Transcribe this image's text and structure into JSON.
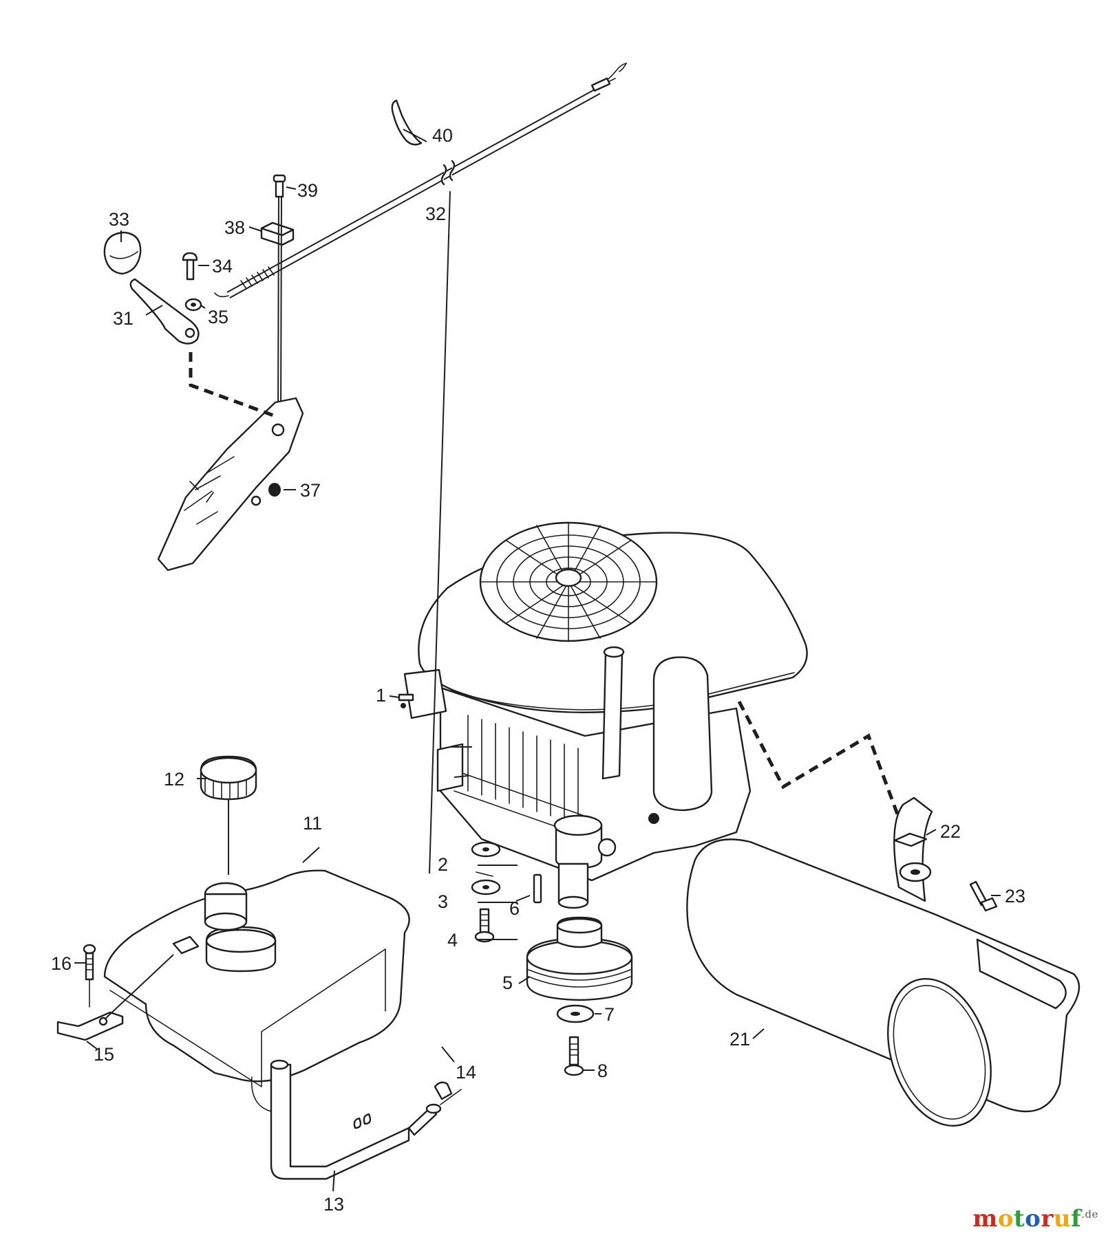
{
  "diagram": {
    "parts": [
      {
        "id": "p1",
        "number": "1"
      },
      {
        "id": "p2",
        "number": "2"
      },
      {
        "id": "p3",
        "number": "3"
      },
      {
        "id": "p4",
        "number": "4"
      },
      {
        "id": "p5",
        "number": "5"
      },
      {
        "id": "p6",
        "number": "6"
      },
      {
        "id": "p7",
        "number": "7"
      },
      {
        "id": "p8",
        "number": "8"
      },
      {
        "id": "p11",
        "number": "11"
      },
      {
        "id": "p12",
        "number": "12"
      },
      {
        "id": "p13",
        "number": "13"
      },
      {
        "id": "p14",
        "number": "14"
      },
      {
        "id": "p15",
        "number": "15"
      },
      {
        "id": "p16",
        "number": "16"
      },
      {
        "id": "p21",
        "number": "21"
      },
      {
        "id": "p22",
        "number": "22"
      },
      {
        "id": "p23",
        "number": "23"
      },
      {
        "id": "p31",
        "number": "31"
      },
      {
        "id": "p32",
        "number": "32"
      },
      {
        "id": "p33",
        "number": "33"
      },
      {
        "id": "p34",
        "number": "34"
      },
      {
        "id": "p35",
        "number": "35"
      },
      {
        "id": "p37",
        "number": "37"
      },
      {
        "id": "p38",
        "number": "38"
      },
      {
        "id": "p39",
        "number": "39"
      },
      {
        "id": "p40",
        "number": "40"
      }
    ]
  },
  "watermark": {
    "letters": [
      {
        "char": "m",
        "color": "#d3281c"
      },
      {
        "char": "o",
        "color": "#f2a60d"
      },
      {
        "char": "t",
        "color": "#2b9d3a"
      },
      {
        "char": "o",
        "color": "#1e5fb8"
      },
      {
        "char": "r",
        "color": "#d3281c"
      },
      {
        "char": "u",
        "color": "#f2a60d"
      },
      {
        "char": "f",
        "color": "#2b9d3a"
      }
    ],
    "tld": ".de"
  }
}
